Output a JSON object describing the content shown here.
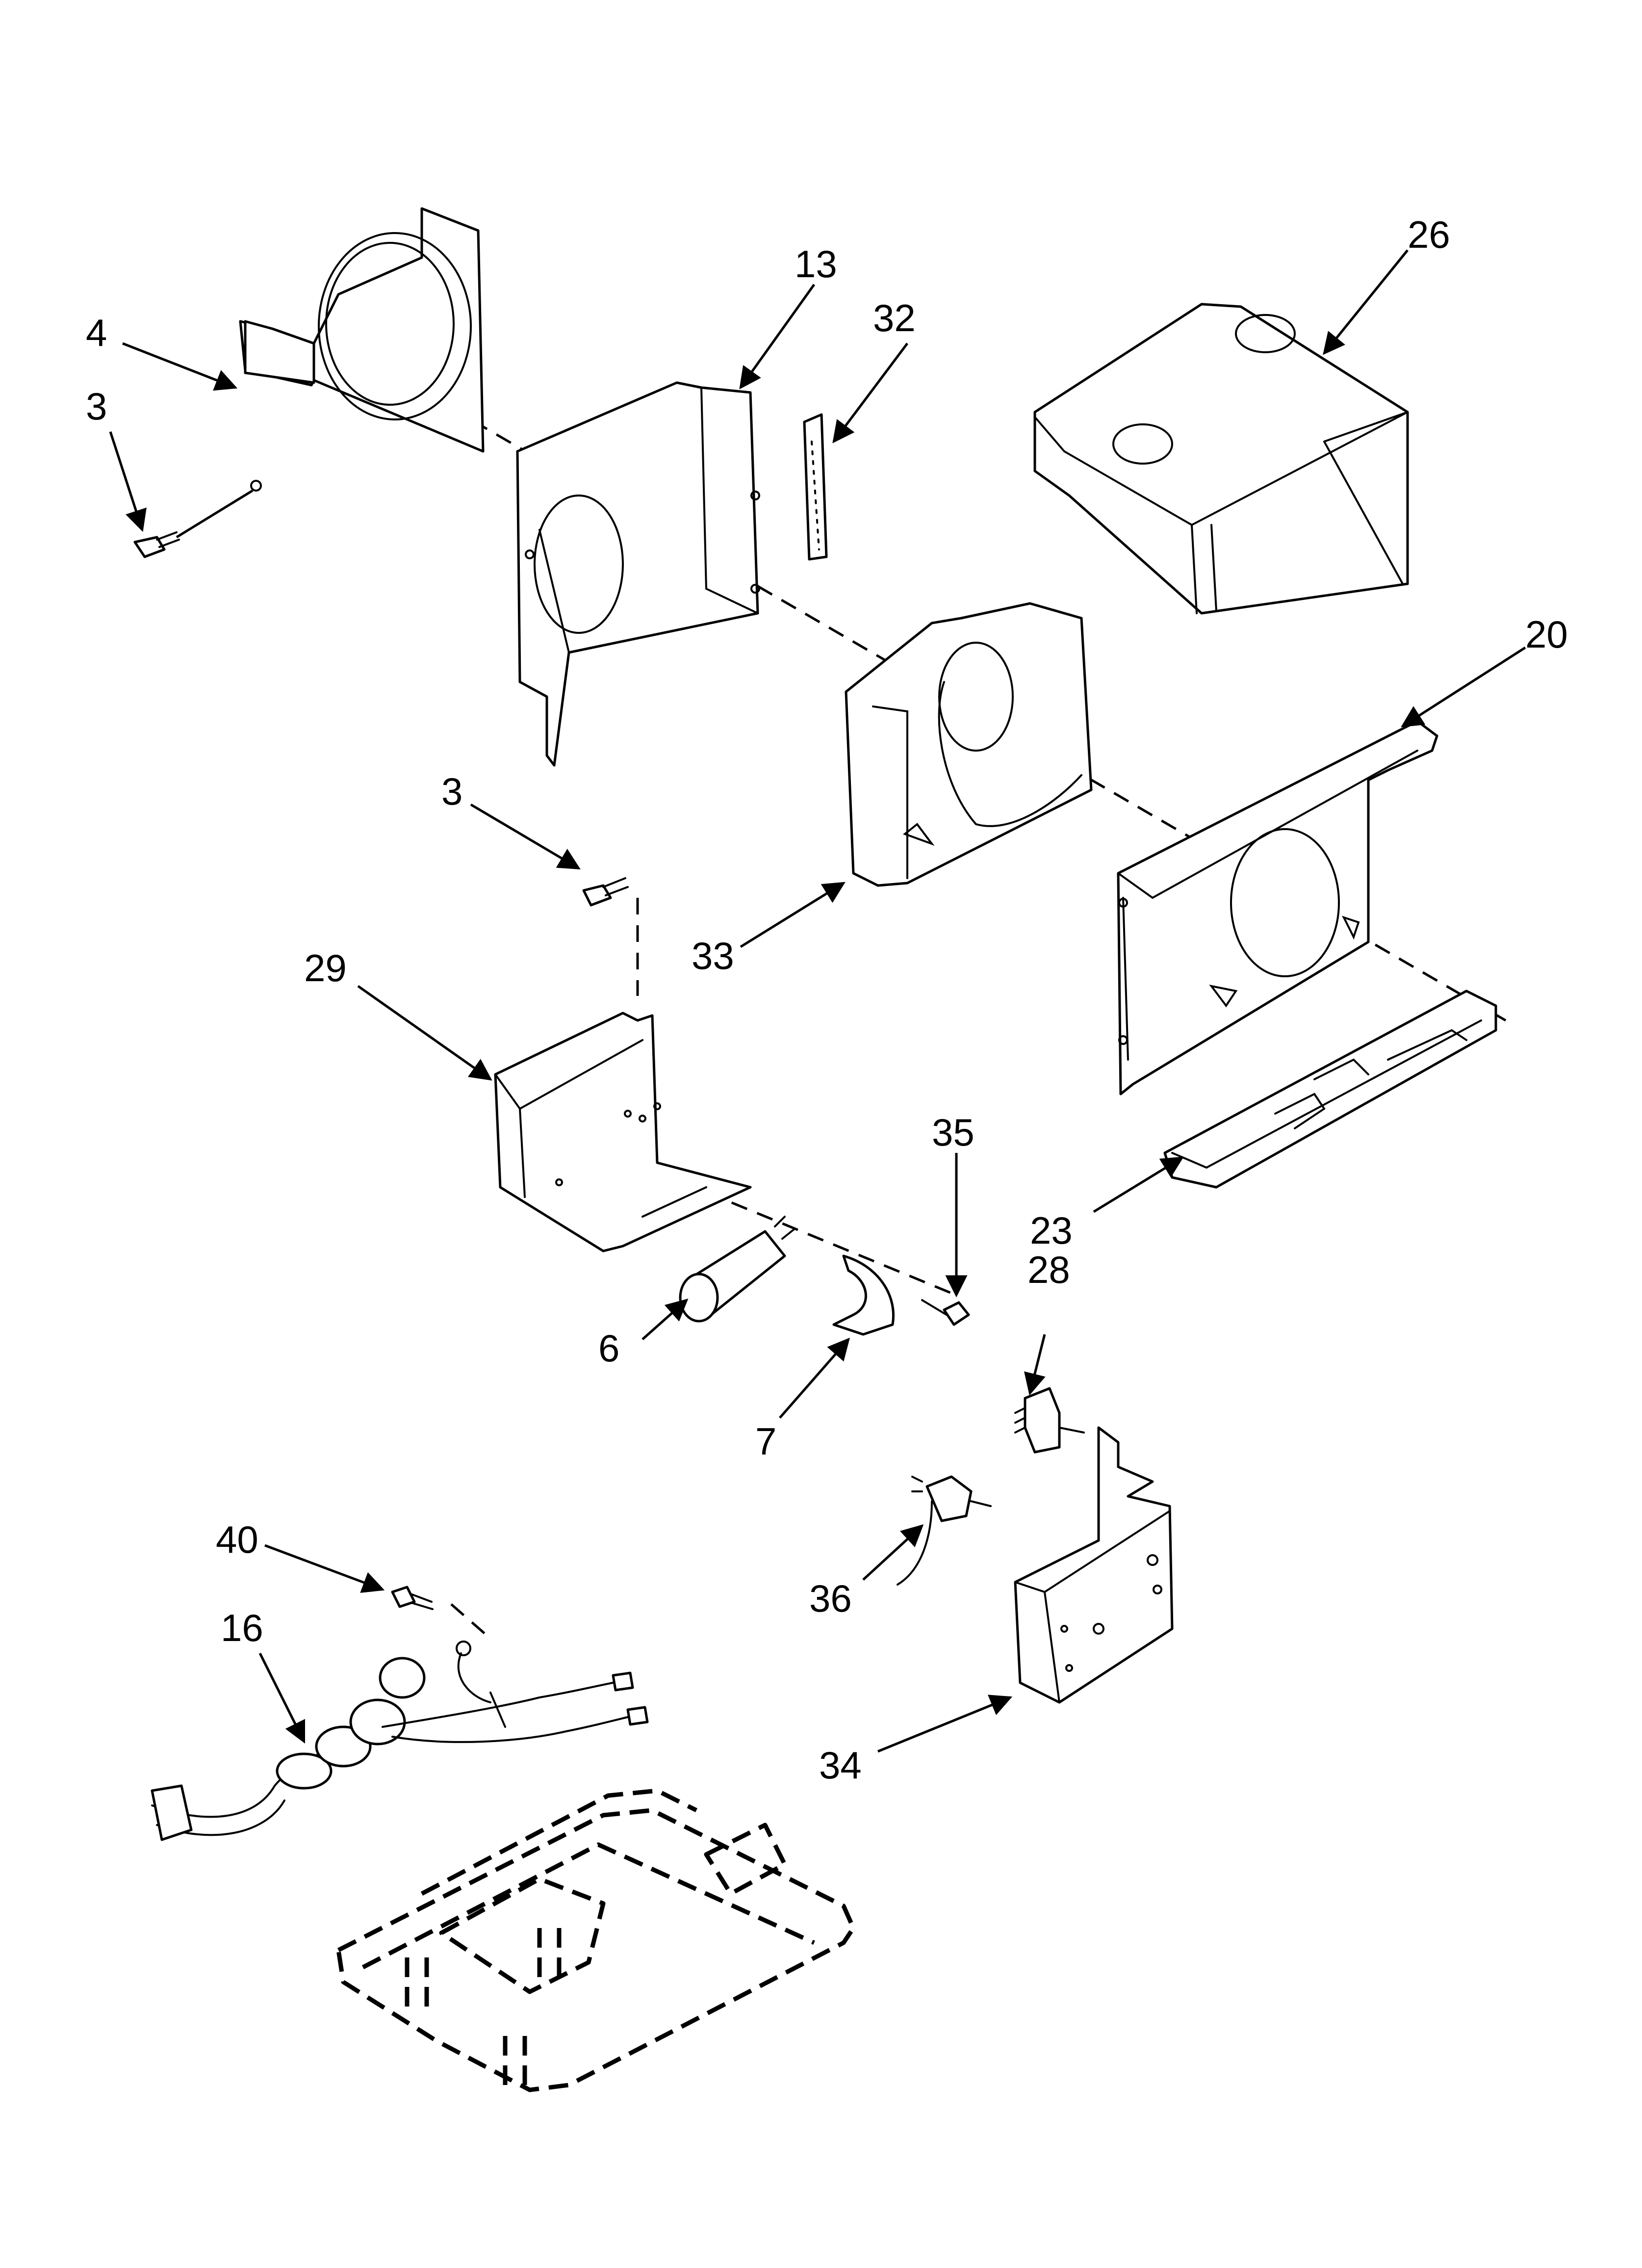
{
  "callouts": {
    "c3a": "3",
    "c4": "4",
    "c13": "13",
    "c32": "32",
    "c26": "26",
    "c20": "20",
    "c3b": "3",
    "c33": "33",
    "c29": "29",
    "c35": "35",
    "c6": "6",
    "c7": "7",
    "c23": "23",
    "c28": "28",
    "c36": "36",
    "c40": "40",
    "c16": "16",
    "c34": "34"
  }
}
